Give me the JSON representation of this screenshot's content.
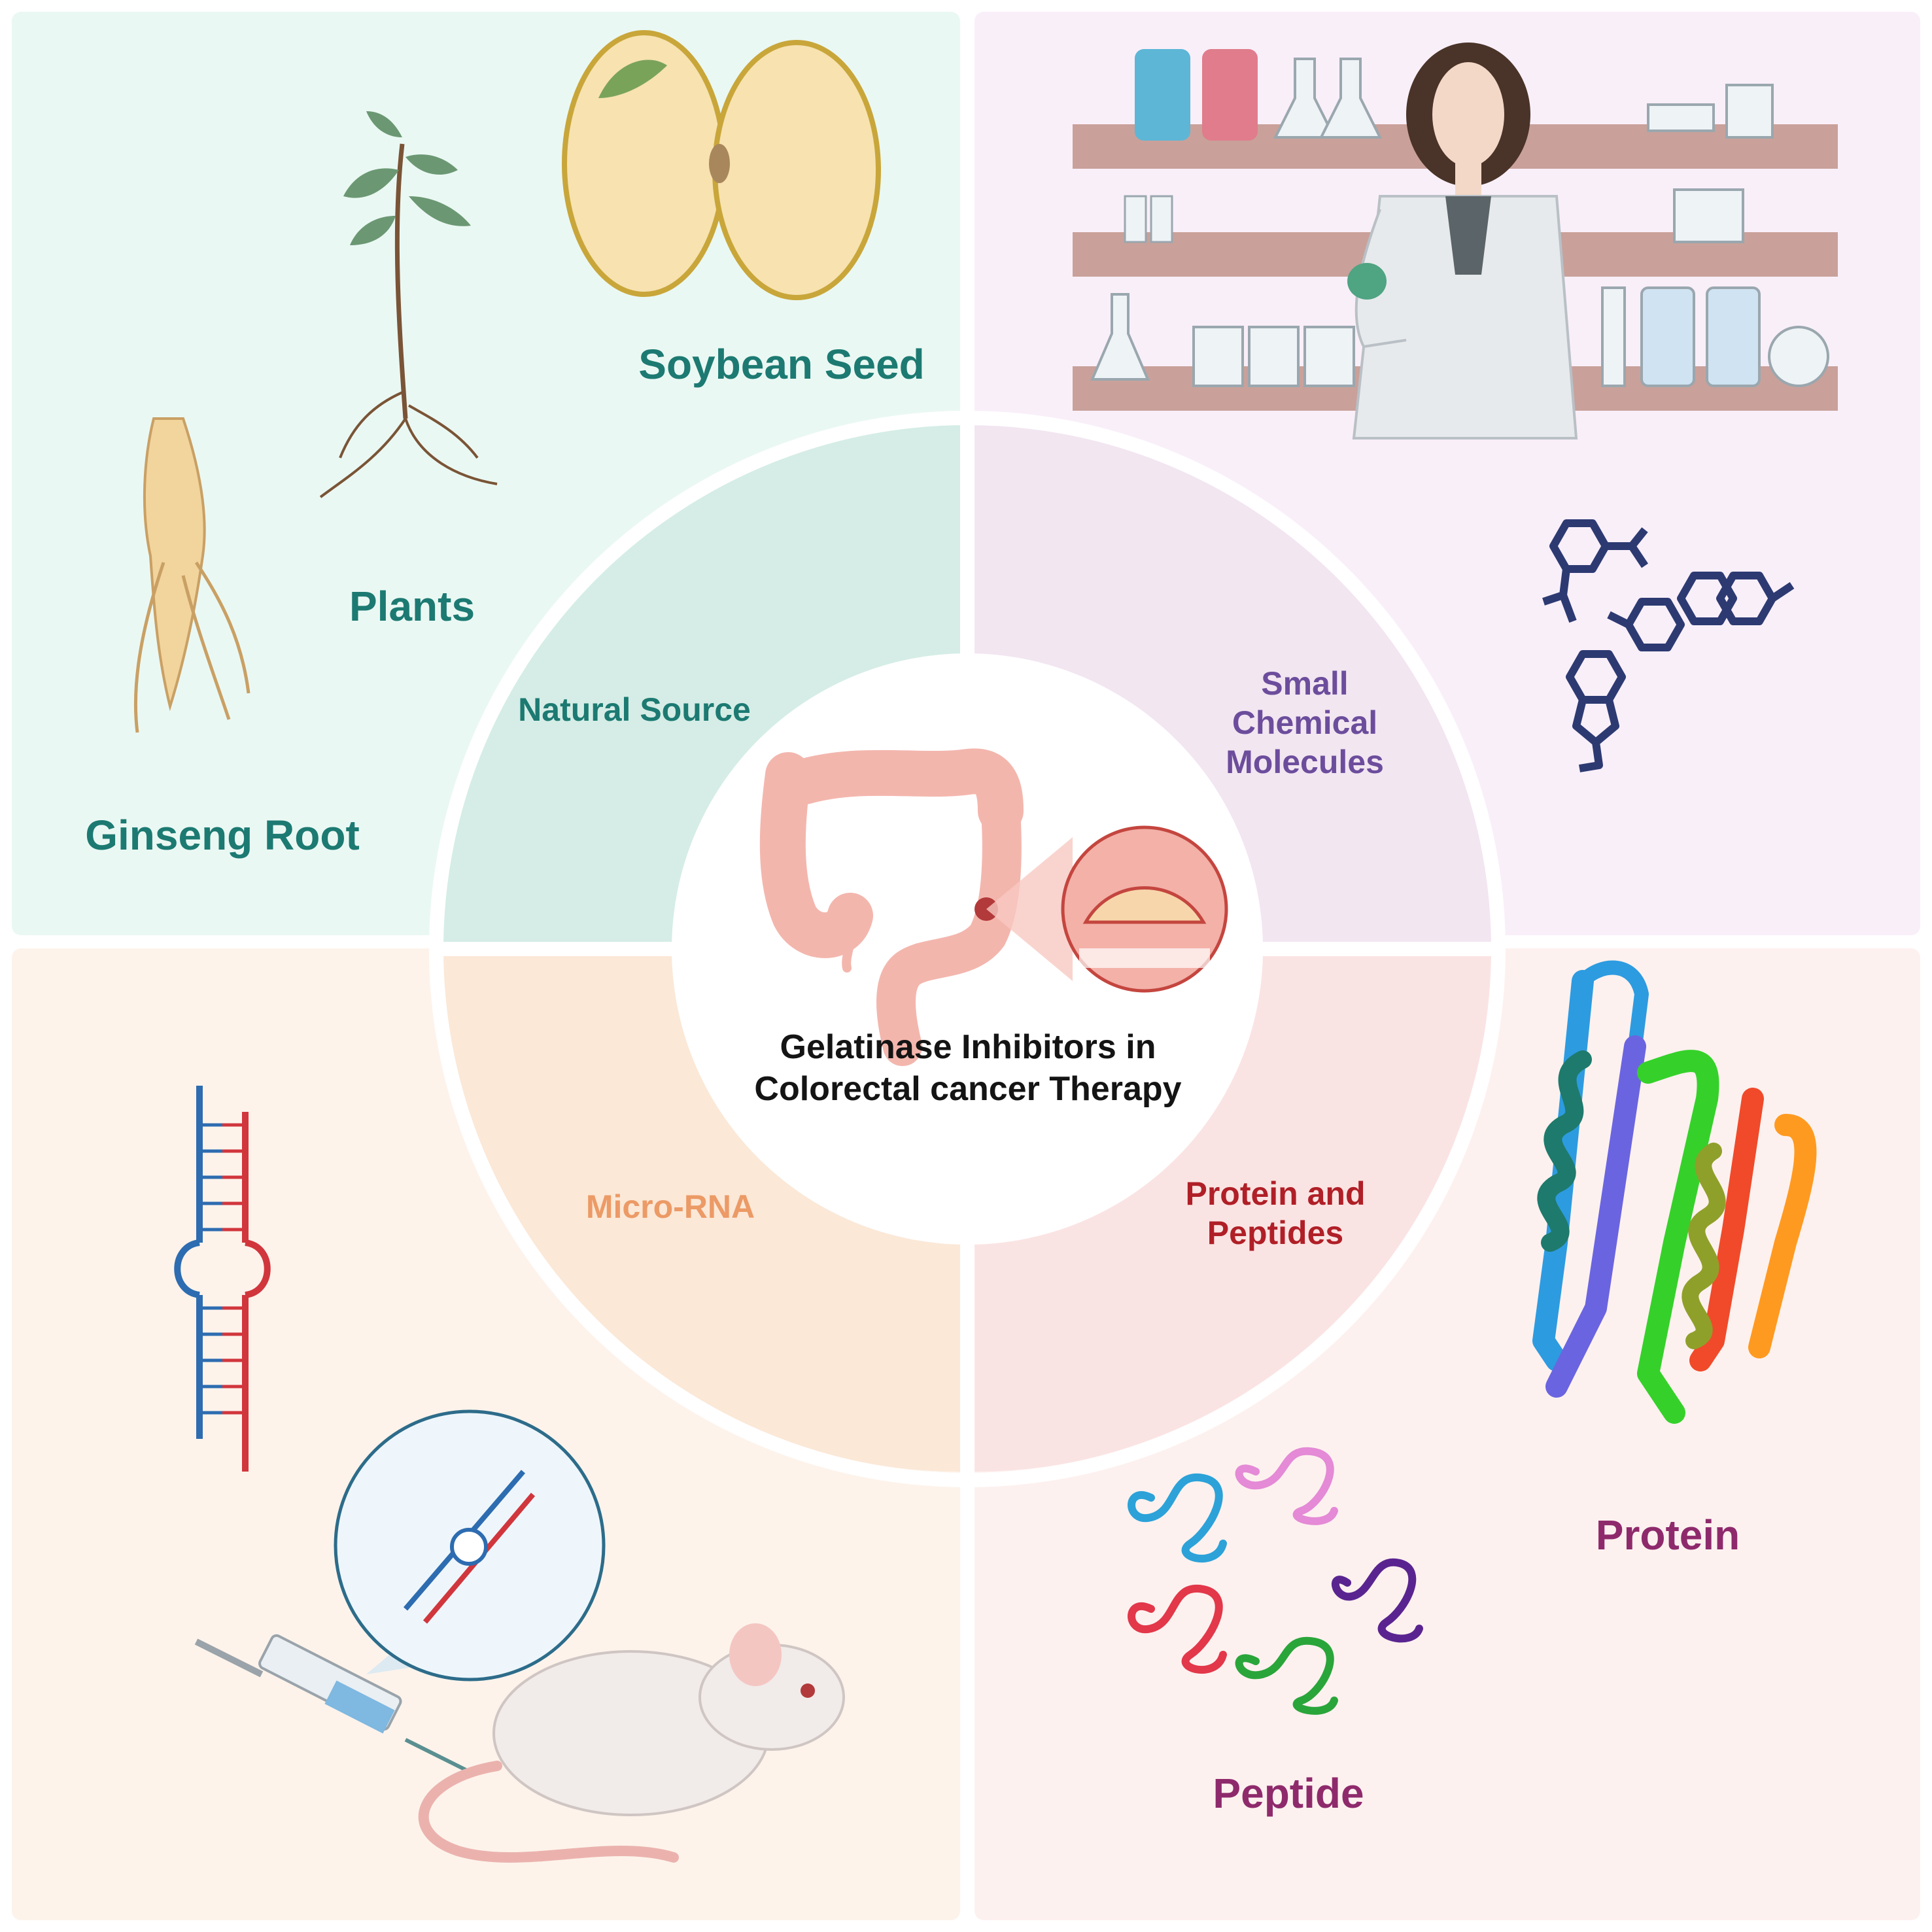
{
  "center": {
    "title_line1": "Gelatinase Inhibitors in",
    "title_line2": "Colorectal cancer Therapy"
  },
  "quadrants": {
    "natural": {
      "ring_label": "Natural Source",
      "items": [
        "Soybean Seed",
        "Plants",
        "Ginseng Root"
      ]
    },
    "chemical": {
      "ring_label_lines": [
        "Small",
        "Chemical",
        "Molecules"
      ]
    },
    "mirna": {
      "ring_label": "Micro-RNA"
    },
    "protein": {
      "ring_label_lines": [
        "Protein and",
        "Peptides"
      ],
      "items": [
        "Protein",
        "Peptide"
      ]
    }
  },
  "colors": {
    "natural_bg": "#eaf8f3",
    "natural_ring": "#d5ede6",
    "chemical_bg": "#f9eff9",
    "chemical_ring": "#f2e6f1",
    "mirna_bg": "#fdf3eb",
    "mirna_ring": "#fbe8d7",
    "protein_bg": "#fdf1ef",
    "protein_ring": "#fae4e3",
    "teal_text": "#1c7a72",
    "purple_text": "#6c4d9c",
    "orange_text": "#ec9a66",
    "red_text": "#b01f27",
    "magenta_text": "#8e2a6c"
  },
  "icons": [
    "soybean-seed-icon",
    "plant-icon",
    "ginseng-root-icon",
    "lab-shelves-icon",
    "scientist-icon",
    "chemical-molecule-icon",
    "colon-icon",
    "tumor-magnifier-icon",
    "rna-hairpin-icon",
    "syringe-icon",
    "mouse-icon",
    "protein-ribbon-icon",
    "peptide-coil-icon"
  ]
}
